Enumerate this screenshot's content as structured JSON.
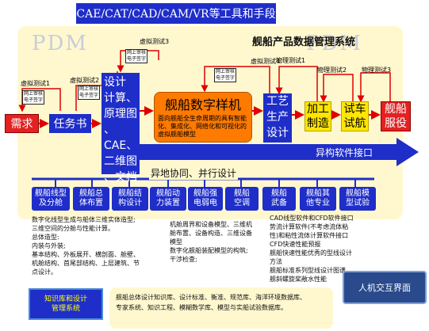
{
  "title": "CAE/CAT/CAD/CAM/VR等工具和手段",
  "watermark": "PDM",
  "system_title": "舰船产品数据管理系统",
  "virtual_tests": [
    "虚拟测试1",
    "虚拟测试2",
    "虚拟测试3",
    "虚拟测试4"
  ],
  "physical_tests": [
    "物理测试1",
    "物理测试2",
    "物理测试3"
  ],
  "online_review": [
    "网上审核",
    "电子签字"
  ],
  "nodes": {
    "demand": "需求",
    "task_book": "任务书",
    "design": [
      "设计",
      "计算、",
      "原理图",
      "、CAE、",
      "二维图",
      "、文档"
    ],
    "digital_prototype": "舰船数字样机",
    "digital_desc": "面向舰船全生命周期的具有智能化、集成化、网络化和可视化的虚拟舰船模型",
    "process": [
      "工艺",
      "生产",
      "设计"
    ],
    "manufacture": [
      "加工",
      "制造"
    ],
    "trial": [
      "试车",
      "试航"
    ],
    "service": [
      "舰船",
      "服役"
    ]
  },
  "hetero_interface": "异构软件接口",
  "collab": "异地协同、并行设计",
  "bottom_cells": [
    [
      "舰船线型",
      "及分舱"
    ],
    [
      "舰船总",
      "体布置"
    ],
    [
      "舰船结",
      "构设计"
    ],
    [
      "舰船动",
      "力装置"
    ],
    [
      "舰船强",
      "电弱电"
    ],
    [
      "舰船",
      "空调"
    ],
    [
      "舰船",
      "武备"
    ],
    [
      "舰船其",
      "他专业"
    ],
    [
      "舰船模",
      "型试验"
    ]
  ],
  "text_left": "数字化线型生成与船体三维实体造型;\n三维空间的分舱与性能计算。\n总体造型:\n内装与外装;\n基本结构、外板展开、横剖面、舱壁、\n机舱结构、首尾部结构、上层建筑、节\n点设计。",
  "text_mid": "机舱周界和设备模型、三维机\n舱布置、设备构造、三维设备\n模型\n数字化舰船装配模型的构筑;\n干涉检查;",
  "text_right": "CAD线型软件和CFD软件接口\n势流计算软件(不考虑流体粘\n性)和粘性流体计算软件接口\nCFD快速性能预报\n舰船快速性能优秀的型线设计\n方法\n舰船标准系列型线设计图谱\n舰斜螺旋桨敞水性能",
  "kb_system": [
    "知识库和设计",
    "管理系统"
  ],
  "bottom_text": [
    "舰船总体设计知识库、设计标准、衡准、规范库、海洋环境数据库、",
    "专家系统、知识工程、模糊数学库、模型与实船试验数据库。"
  ],
  "hmi": "人机交互界面"
}
